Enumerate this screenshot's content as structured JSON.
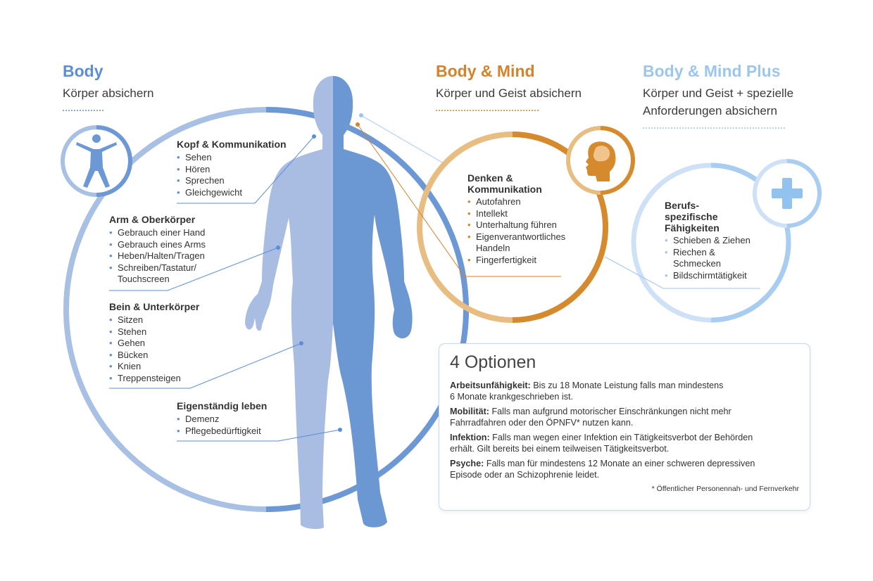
{
  "columns": {
    "body": {
      "title": "Body",
      "subtitle": "Körper absichern",
      "color": "#5b8ed6"
    },
    "body_mind": {
      "title": "Body & Mind",
      "subtitle": "Körper und Geist absichern",
      "color": "#d6822a"
    },
    "body_mind_plus": {
      "title": "Body & Mind Plus",
      "subtitle_1": "Körper und Geist + spezielle",
      "subtitle_2": "Anforderungen absichern",
      "color": "#9cc6ee"
    }
  },
  "icons": {
    "body": "person-star-icon",
    "mind": "head-brain-icon",
    "plus": "plus-icon"
  },
  "body_sections": {
    "kopf": {
      "title": "Kopf & Kommunikation",
      "items": [
        "Sehen",
        "Hören",
        "Sprechen",
        "Gleichgewicht"
      ]
    },
    "arm": {
      "title": "Arm & Oberkörper",
      "items": [
        "Gebrauch einer Hand",
        "Gebrauch eines Arms",
        "Heben/Halten/Tragen",
        "Schreiben/Tastatur/",
        "Touchscreen"
      ]
    },
    "bein": {
      "title": "Bein & Unterkörper",
      "items": [
        "Sitzen",
        "Stehen",
        "Gehen",
        "Bücken",
        "Knien",
        "Treppensteigen"
      ]
    },
    "leben": {
      "title": "Eigenständig leben",
      "items": [
        "Demenz",
        "Pflegebedürftigkeit"
      ]
    }
  },
  "mind_section": {
    "title_1": "Denken &",
    "title_2": "Kommunikation",
    "items": [
      "Autofahren",
      "Intellekt",
      "Unterhaltung führen",
      "Eigenverantwortliches",
      "Handeln",
      "Fingerfertigkeit"
    ]
  },
  "plus_section": {
    "title_1": "Berufs-",
    "title_2": "spezifische",
    "title_3": "Fähigkeiten",
    "items": [
      "Schieben & Ziehen",
      "Riechen &",
      "Schmecken",
      "Bildschirmtätigkeit"
    ]
  },
  "options": {
    "title": "4 Optionen",
    "items": [
      {
        "label": "Arbeitsunfähigkeit:",
        "text_1": "Bis zu 18 Monate Leistung falls man mindestens",
        "text_2": "6 Monate krankgeschrieben ist."
      },
      {
        "label": "Mobilität:",
        "text_1": "Falls man aufgrund motorischer Einschränkungen nicht mehr",
        "text_2": "Fahrradfahren oder den ÖPNFV* nutzen kann."
      },
      {
        "label": "Infektion:",
        "text_1": "Falls man wegen einer Infektion ein Tätigkeitsverbot der Behörden",
        "text_2": "erhält. Gilt bereits bei einem teilweisen Tätigkeitsverbot."
      },
      {
        "label": "Psyche:",
        "text_1": "Falls man für mindestens 12 Monate an einer schweren depressiven",
        "text_2": "Episode oder an Schizophrenie leidet."
      }
    ],
    "footnote": "* Öffentlicher Personennah- und Fernverkehr"
  }
}
